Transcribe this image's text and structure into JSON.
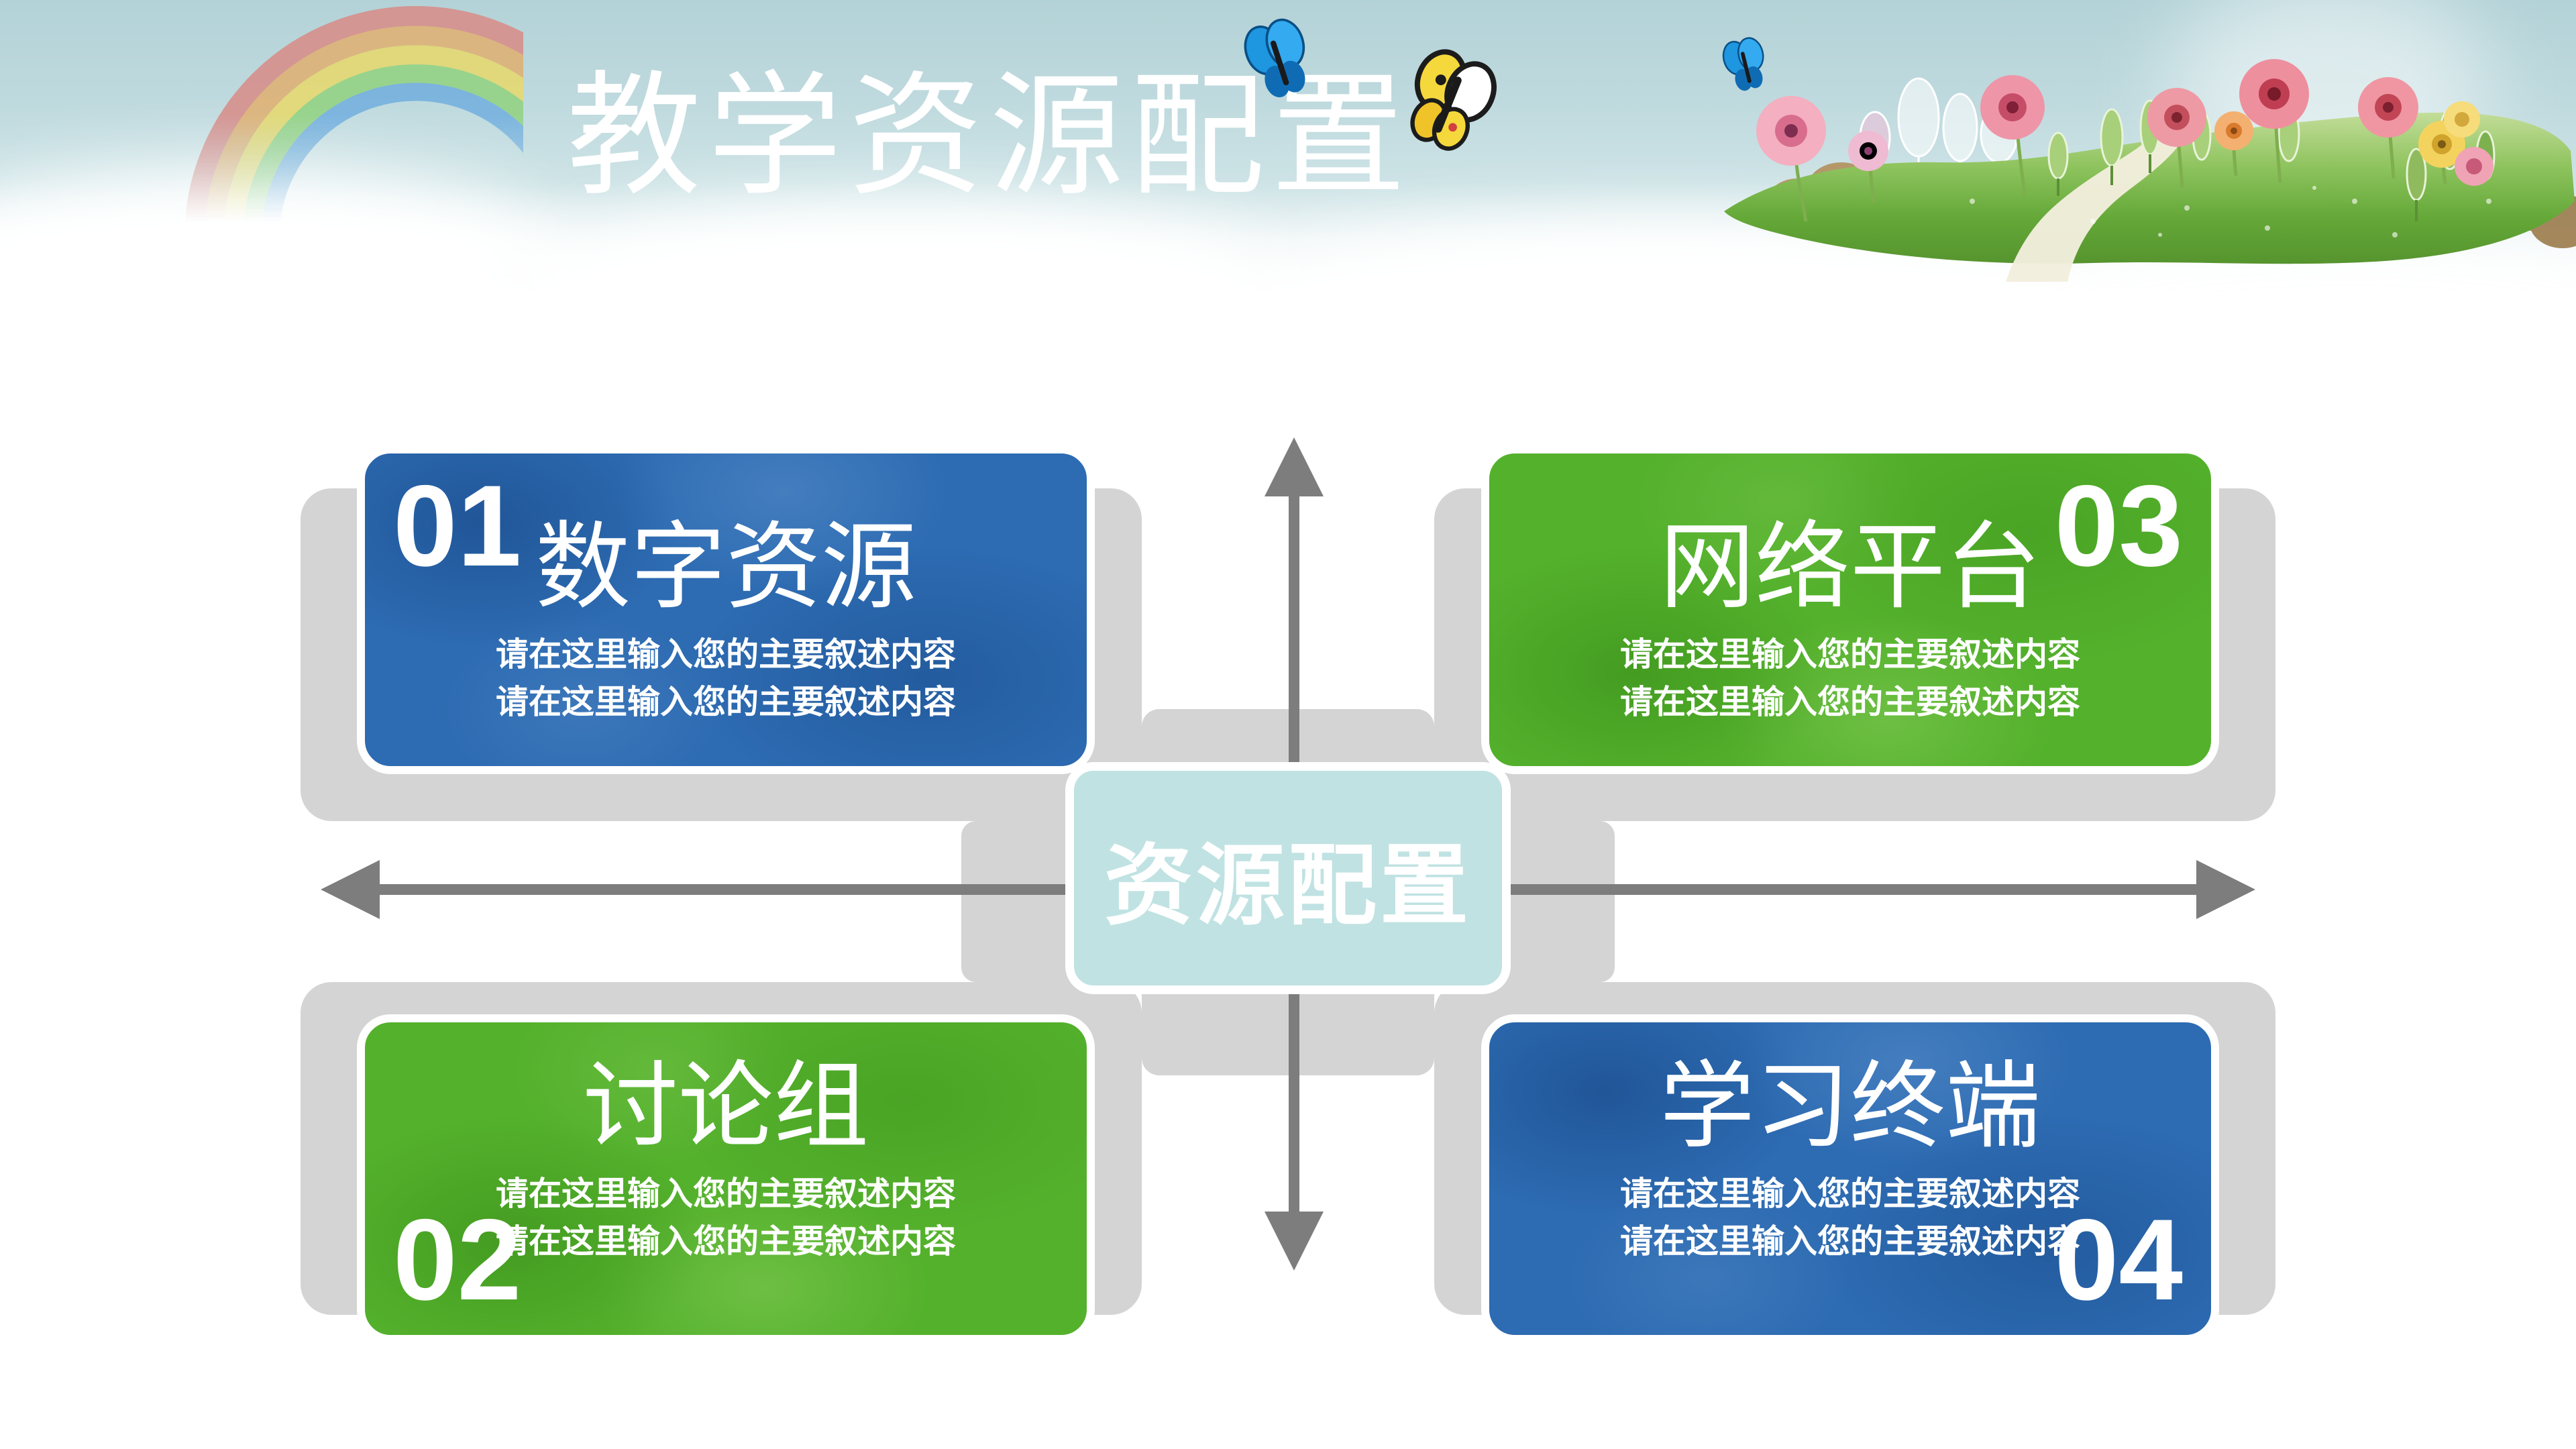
{
  "slide": {
    "title": "教学资源配置"
  },
  "decor": {
    "icons": [
      "rainbow-icon",
      "blue-butterfly-icon",
      "yellow-butterfly-icon",
      "meadow-illustration"
    ]
  },
  "colors": {
    "sky": "#bcd8dc",
    "box_blue": "#2d6bb2",
    "box_green": "#54b12c",
    "center_fill": "#c0e2e2",
    "connector_gray": "#d4d4d4",
    "arrow_gray": "#7d7d7d",
    "text": "#ffffff"
  },
  "diagram": {
    "center_label": "资源配置",
    "nodes": [
      {
        "number": "01",
        "title": "数字资源",
        "lines": [
          "请在这里输入您的主要叙述内容",
          "请在这里输入您的主要叙述内容"
        ]
      },
      {
        "number": "02",
        "title": "讨论组",
        "lines": [
          "请在这里输入您的主要叙述内容",
          "请在这里输入您的主要叙述内容"
        ]
      },
      {
        "number": "03",
        "title": "网络平台",
        "lines": [
          "请在这里输入您的主要叙述内容",
          "请在这里输入您的主要叙述内容"
        ]
      },
      {
        "number": "04",
        "title": "学习终端",
        "lines": [
          "请在这里输入您的主要叙述内容",
          "请在这里输入您的主要叙述内容"
        ]
      }
    ]
  }
}
